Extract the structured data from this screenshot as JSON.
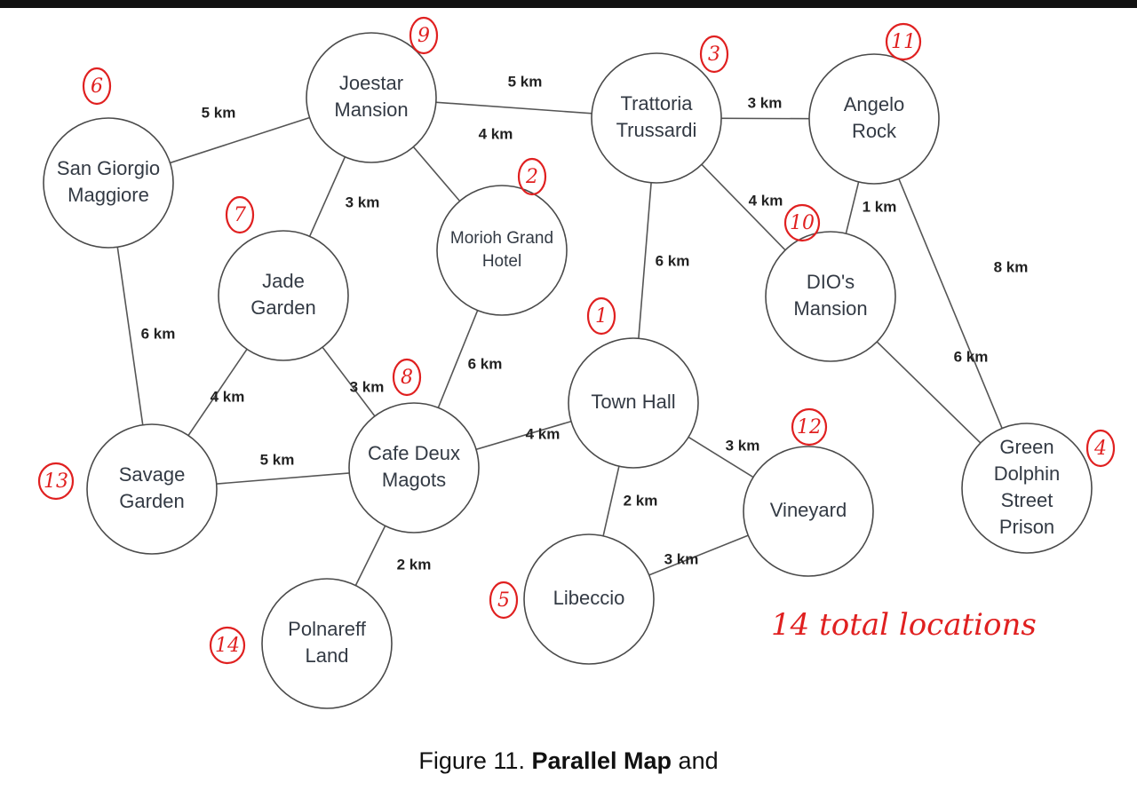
{
  "nodes": [
    {
      "id": "joestar",
      "lines": [
        "Joestar",
        "Mansion"
      ],
      "mark": "9"
    },
    {
      "id": "trattoria",
      "lines": [
        "Trattoria",
        "Trussardi"
      ],
      "mark": "3"
    },
    {
      "id": "angelo",
      "lines": [
        "Angelo",
        "Rock"
      ],
      "mark": "11"
    },
    {
      "id": "sangiorgio",
      "lines": [
        "San Giorgio",
        "Maggiore"
      ],
      "mark": "6"
    },
    {
      "id": "morioh",
      "lines": [
        "Morioh Grand",
        "Hotel"
      ],
      "mark": "2"
    },
    {
      "id": "jade",
      "lines": [
        "Jade",
        "Garden"
      ],
      "mark": "7"
    },
    {
      "id": "dio",
      "lines": [
        "DIO's",
        "Mansion"
      ],
      "mark": "10"
    },
    {
      "id": "townhall",
      "lines": [
        "Town Hall"
      ],
      "mark": "1"
    },
    {
      "id": "savage",
      "lines": [
        "Savage",
        "Garden"
      ],
      "mark": "13"
    },
    {
      "id": "cafe",
      "lines": [
        "Cafe Deux",
        "Magots"
      ],
      "mark": "8"
    },
    {
      "id": "green",
      "lines": [
        "Green",
        "Dolphin",
        "Street",
        "Prison"
      ],
      "mark": "4"
    },
    {
      "id": "vineyard",
      "lines": [
        "Vineyard"
      ],
      "mark": "12"
    },
    {
      "id": "libeccio",
      "lines": [
        "Libeccio"
      ],
      "mark": "5"
    },
    {
      "id": "polnareff",
      "lines": [
        "Polnareff",
        "Land"
      ],
      "mark": "14"
    }
  ],
  "edges": [
    {
      "from": "sangiorgio",
      "to": "joestar",
      "label": "5 km"
    },
    {
      "from": "joestar",
      "to": "trattoria",
      "label": "5 km"
    },
    {
      "from": "joestar",
      "to": "morioh",
      "label": "4 km"
    },
    {
      "from": "joestar",
      "to": "jade",
      "label": "3 km"
    },
    {
      "from": "trattoria",
      "to": "angelo",
      "label": "3 km"
    },
    {
      "from": "trattoria",
      "to": "dio",
      "label": "4 km"
    },
    {
      "from": "trattoria",
      "to": "townhall",
      "label": "6 km"
    },
    {
      "from": "angelo",
      "to": "dio",
      "label": "1 km"
    },
    {
      "from": "angelo",
      "to": "green",
      "label": "8 km"
    },
    {
      "from": "sangiorgio",
      "to": "savage",
      "label": "6 km"
    },
    {
      "from": "jade",
      "to": "savage",
      "label": "4 km"
    },
    {
      "from": "jade",
      "to": "cafe",
      "label": "3 km"
    },
    {
      "from": "morioh",
      "to": "cafe",
      "label": "6 km"
    },
    {
      "from": "dio",
      "to": "green",
      "label": "6 km"
    },
    {
      "from": "savage",
      "to": "cafe",
      "label": "5 km"
    },
    {
      "from": "cafe",
      "to": "townhall",
      "label": "4 km"
    },
    {
      "from": "townhall",
      "to": "vineyard",
      "label": "3 km"
    },
    {
      "from": "townhall",
      "to": "libeccio",
      "label": "2 km"
    },
    {
      "from": "vineyard",
      "to": "libeccio",
      "label": "3 km"
    },
    {
      "from": "cafe",
      "to": "polnareff",
      "label": "2 km"
    }
  ],
  "annotation": "14 total locations",
  "caption": {
    "prefix": "Figure 11. ",
    "bold": "Parallel Map",
    "suffix": " and"
  },
  "colors": {
    "line": "#555555",
    "node_stroke": "#4a4a4a",
    "text": "#333a44",
    "ink": "#e02020"
  }
}
